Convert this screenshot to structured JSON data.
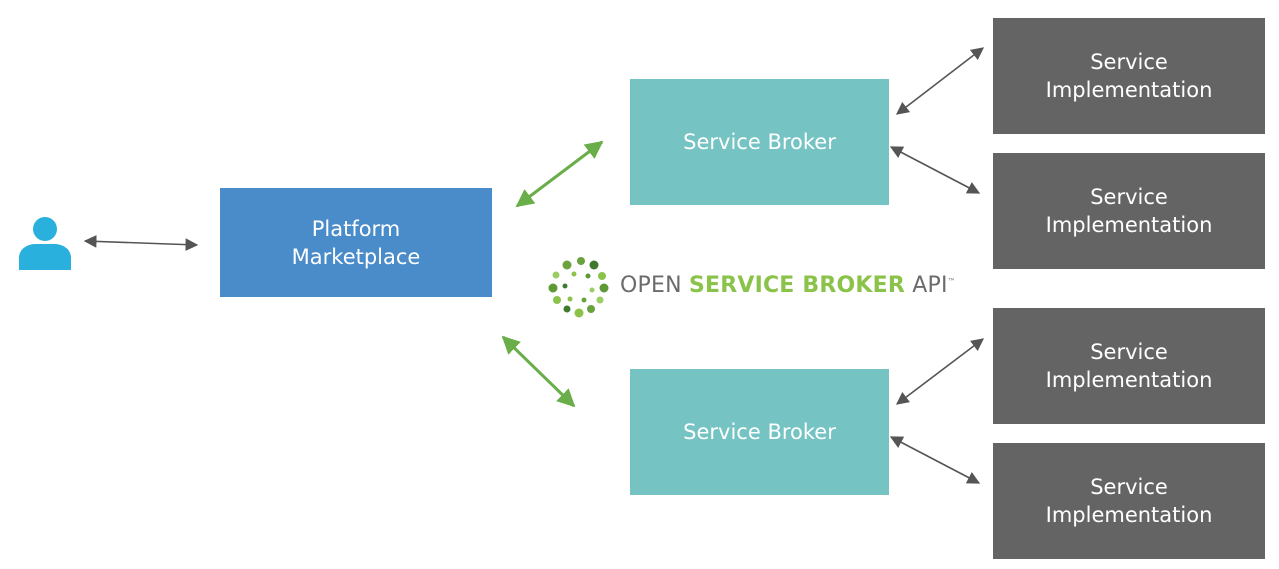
{
  "platform": {
    "line1": "Platform",
    "line2": "Marketplace"
  },
  "brokers": [
    {
      "label": "Service Broker"
    },
    {
      "label": "Service Broker"
    }
  ],
  "implementations": [
    {
      "line1": "Service",
      "line2": "Implementation"
    },
    {
      "line1": "Service",
      "line2": "Implementation"
    },
    {
      "line1": "Service",
      "line2": "Implementation"
    },
    {
      "line1": "Service",
      "line2": "Implementation"
    }
  ],
  "logo": {
    "open": "OPEN ",
    "middle": "SERVICE BROKER",
    "api": " API",
    "trademark": "™"
  },
  "colors": {
    "platform": "#4a8bc9",
    "broker": "#75c3c3",
    "implementation": "#646464",
    "user": "#2ab0dd",
    "green_arrow": "#6aae4a",
    "gray_arrow": "#555555",
    "logo_green": "#8bc34a"
  },
  "icons": {
    "user": "person-icon",
    "logo": "osb-logo-ring"
  }
}
